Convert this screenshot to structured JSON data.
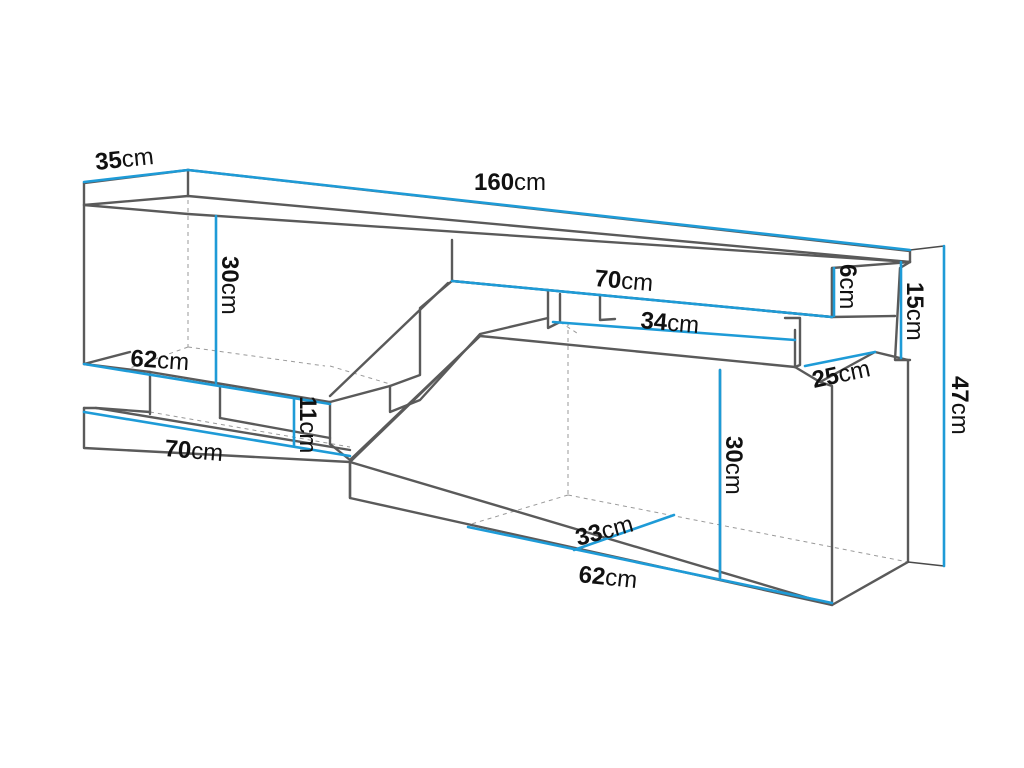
{
  "colors": {
    "dimension_line": "#1e9bd7",
    "outline": "#5a5a5a",
    "hidden_line": "#9a9a9a",
    "label_text": "#111111"
  },
  "dimensions": {
    "overall_depth": {
      "value": "35",
      "unit": "cm"
    },
    "overall_width": {
      "value": "160",
      "unit": "cm"
    },
    "left_upper_height": {
      "value": "30",
      "unit": "cm"
    },
    "left_upper_width": {
      "value": "62",
      "unit": "cm"
    },
    "center_shelf_width": {
      "value": "70",
      "unit": "cm"
    },
    "center_shelf_height": {
      "value": "6",
      "unit": "cm"
    },
    "top_right_height": {
      "value": "15",
      "unit": "cm"
    },
    "inner_shelf_width": {
      "value": "34",
      "unit": "cm"
    },
    "right_step_depth": {
      "value": "25",
      "unit": "cm"
    },
    "total_height": {
      "value": "47",
      "unit": "cm"
    },
    "left_gap_height": {
      "value": "11",
      "unit": "cm"
    },
    "left_base_width": {
      "value": "70",
      "unit": "cm"
    },
    "right_lower_height": {
      "value": "30",
      "unit": "cm"
    },
    "right_lower_depth": {
      "value": "33",
      "unit": "cm"
    },
    "right_lower_width": {
      "value": "62",
      "unit": "cm"
    }
  }
}
